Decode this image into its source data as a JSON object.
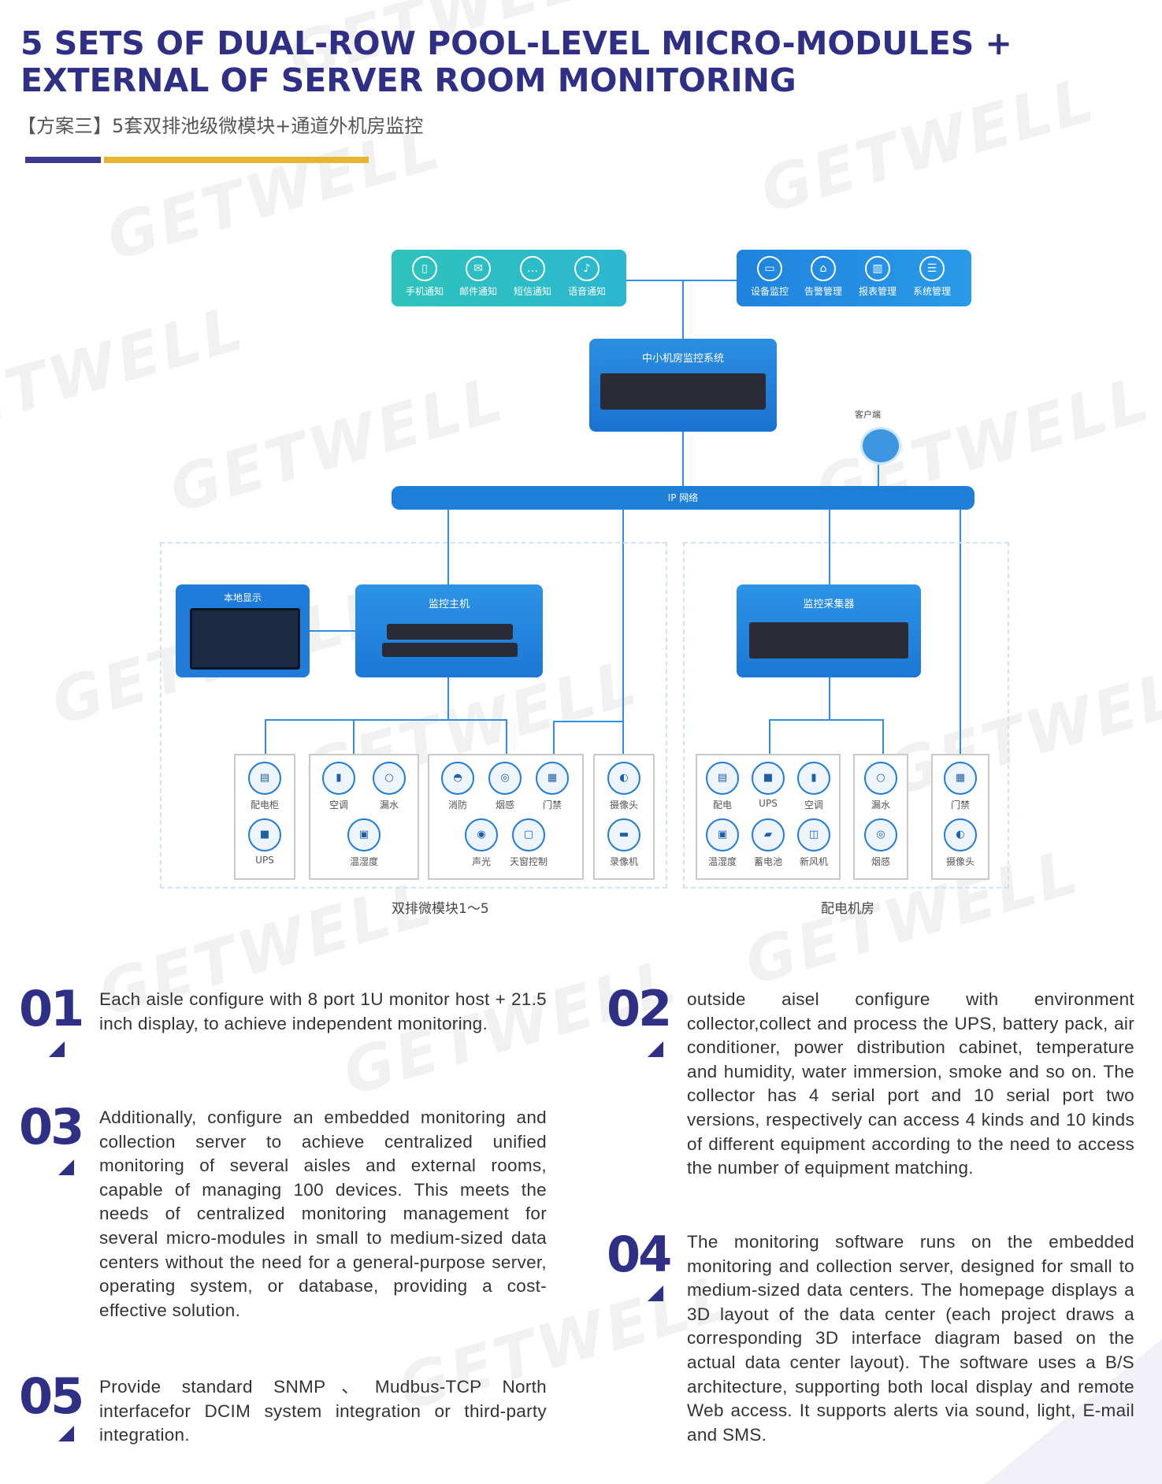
{
  "header": {
    "title_line1": "5 SETS OF DUAL-ROW POOL-LEVEL MICRO-MODULES +",
    "title_line2": "EXTERNAL OF SERVER ROOM MONITORING",
    "subtitle": "【方案三】5套双排池级微模块+通道外机房监控"
  },
  "watermark": "GETWELL",
  "colors": {
    "accent": "#2f2f86",
    "bar_gold": "#e8b531",
    "box_blue": "#1f7cda",
    "box_teal": "#2ec3bb"
  },
  "diagram": {
    "notify": [
      {
        "icon": "phone-icon",
        "label": "手机通知"
      },
      {
        "icon": "mail-icon",
        "label": "邮件通知"
      },
      {
        "icon": "sms-icon",
        "label": "短信通知"
      },
      {
        "icon": "voice-icon",
        "label": "语音通知"
      }
    ],
    "manage": [
      {
        "icon": "monitor-icon",
        "label": "设备监控"
      },
      {
        "icon": "alarm-icon",
        "label": "告警管理"
      },
      {
        "icon": "report-icon",
        "label": "报表管理"
      },
      {
        "icon": "system-icon",
        "label": "系统管理"
      }
    ],
    "core_label": "中小机房监控系统",
    "client_label": "客户端",
    "network_label": "IP 网络",
    "local_display": "本地显示",
    "host_label": "监控主机",
    "collector_label": "监控采集器",
    "left_caption": "双排微模块1～5",
    "right_caption": "配电机房",
    "left_groups": {
      "g1": [
        "配电柜",
        "UPS"
      ],
      "g2": [
        "空调",
        "漏水",
        "温湿度"
      ],
      "g3": [
        "消防",
        "烟感",
        "门禁",
        "声光",
        "天窗控制"
      ],
      "g4": [
        "摄像头",
        "录像机"
      ]
    },
    "right_groups": {
      "g1": [
        "配电",
        "UPS",
        "空调",
        "温湿度",
        "蓄电池",
        "新风机"
      ],
      "g2": [
        "漏水",
        "烟感"
      ],
      "g3": [
        "门禁",
        "摄像头"
      ]
    }
  },
  "sections": [
    {
      "num": "01",
      "text": "Each aisle configure with 8  port 1U monitor host + 21.5 inch display, to achieve independent monitoring."
    },
    {
      "num": "02",
      "text": "outside aisel configure with environment collector,collect and process the UPS, battery pack, air conditioner, power distribution cabinet, temperature and humidity, water immersion, smoke and so on. The collector has 4 serial port and 10 serial port two versions, respectively can access 4 kinds and 10 kinds of different equipment according to the need to access the number of equipment matching."
    },
    {
      "num": "03",
      "text": "Additionally, configure an embedded monitoring and collection server to achieve centralized unified monitoring of several aisles and external rooms, capable of managing 100 devices. This meets the needs of centralized monitoring management for several micro-modules in small to medium-sized data centers without the need for a general-purpose server, operating system, or database, providing a cost-effective solution."
    },
    {
      "num": "04",
      "text": "The monitoring software runs on the embedded monitoring and collection server, designed for small to medium-sized data centers. The homepage displays a 3D layout of the data center (each project draws a corresponding 3D interface diagram based on the actual data center layout). The software uses a B/S architecture, supporting both local display and remote Web access. It supports alerts via sound, light, E-mail and SMS."
    },
    {
      "num": "05",
      "text": "Provide standard SNMP、Mudbus-TCP North interfacefor DCIM system integration or third-party integration."
    }
  ]
}
